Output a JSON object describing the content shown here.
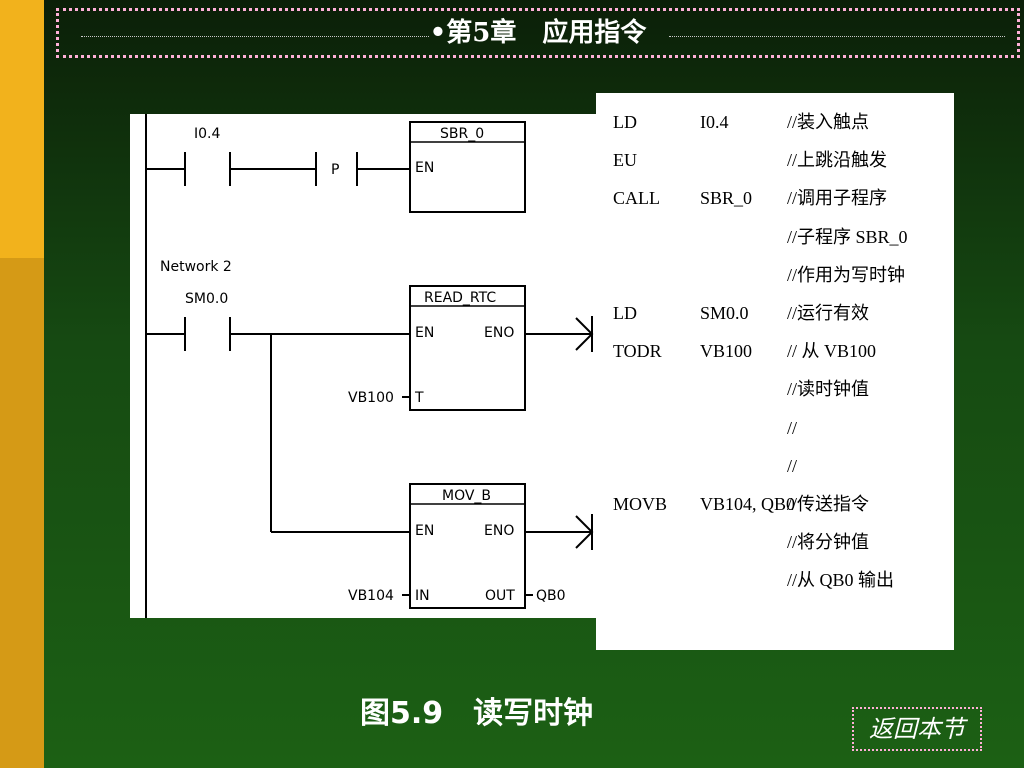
{
  "header": {
    "title": "•第5章　应用指令"
  },
  "ladder": {
    "network2_label": "Network 2",
    "contact1": "I0.4",
    "p_label": "P",
    "sbr_box": "SBR_0",
    "en": "EN",
    "eno": "ENO",
    "contact2": "SM0.0",
    "rtc_box": "READ_RTC",
    "rtc_in": "VB100",
    "t_label": "T",
    "mov_box": "MOV_B",
    "mov_in": "VB104",
    "in_label": "IN",
    "out_label": "OUT",
    "mov_out": "QB0"
  },
  "code": [
    [
      "LD",
      "I0.4",
      "//装入触点"
    ],
    [
      "EU",
      "",
      "//上跳沿触发"
    ],
    [
      "CALL",
      "SBR_0",
      "//调用子程序"
    ],
    [
      "",
      "",
      "//子程序 SBR_0"
    ],
    [
      "",
      "",
      "//作用为写时钟"
    ],
    [
      "LD",
      "SM0.0",
      "//运行有效"
    ],
    [
      "TODR",
      "VB100",
      "//  从 VB100"
    ],
    [
      "",
      "",
      "//读时钟值"
    ],
    [
      "",
      "",
      "//"
    ],
    [
      "",
      "",
      "//"
    ],
    [
      "MOVB",
      "VB104, QB0",
      "    //传送指令"
    ],
    [
      "",
      "",
      "//将分钟值"
    ],
    [
      "",
      "",
      "//从 QB0 输出"
    ]
  ],
  "caption": "图5.9　读写时钟",
  "back_button": "返回本节",
  "colors": {
    "sidebar_top": "#f2b21c",
    "sidebar_bottom": "#d59a16",
    "border": "#ffb0d8"
  }
}
